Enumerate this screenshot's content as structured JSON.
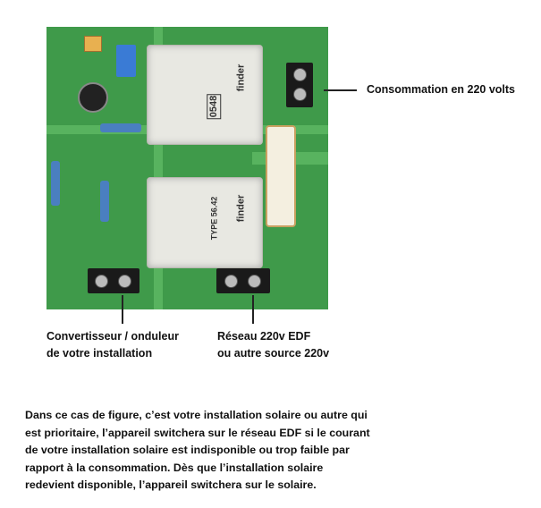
{
  "labels": {
    "consommation": "Consommation en 220 volts",
    "convertisseur_line1": "Convertisseur / onduleur",
    "convertisseur_line2": "de votre installation",
    "reseau_line1": "Réseau 220v EDF",
    "reseau_line2": "ou autre source 220v"
  },
  "photo": {
    "relay_top_brand": "finder",
    "relay_top_code": "0548",
    "relay_bottom_brand": "finder",
    "relay_bottom_type": "TYPE 56.42"
  },
  "description": "Dans ce cas de figure, c’est votre installation solaire ou autre qui est prioritaire, l’appareil switchera sur le réseau EDF si le courant de votre installation solaire est indisponible ou trop faible par rapport à la consommation. Dès que l’installation solaire redevient disponible, l’appareil switchera sur le solaire.",
  "colors": {
    "board": "#3f9a4a",
    "text": "#111111"
  }
}
